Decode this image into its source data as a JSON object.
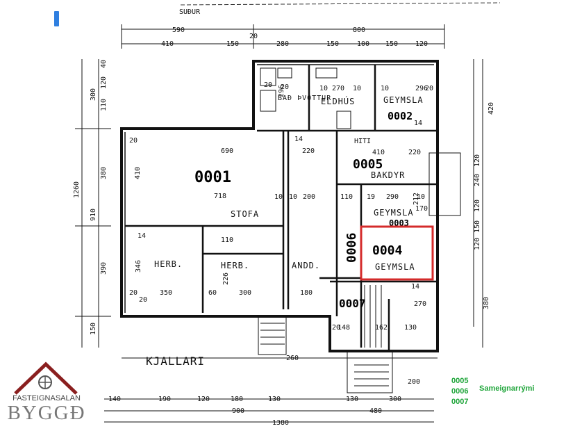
{
  "plan": {
    "compass": "SUĐUR",
    "floor_name": "KJALLARI",
    "top_dims_row1": [
      "590",
      "20",
      "800"
    ],
    "top_dims_row2": [
      "410",
      "150",
      "280",
      "150",
      "100",
      "150",
      "120"
    ],
    "bottom_dims_row1": [
      "140",
      "190",
      "120",
      "180",
      "130",
      "130",
      "300"
    ],
    "bottom_dims_row2": [
      "900",
      "480"
    ],
    "bottom_total": "1380",
    "left_dims": [
      "300",
      "110",
      "120",
      "40",
      "1260",
      "380",
      "910",
      "390",
      "150"
    ],
    "right_dims": [
      "420",
      "240",
      "120",
      "120",
      "150",
      "120",
      "380"
    ],
    "rooms": [
      {
        "label": "BAÐ ÞVOTTUR"
      },
      {
        "label": "ELDHÚS"
      },
      {
        "label": "GEYMSLA"
      },
      {
        "label": "STOFA"
      },
      {
        "label": "HERB."
      },
      {
        "label": "HERB."
      },
      {
        "label": "ANDD."
      },
      {
        "label": "BAKDYR"
      },
      {
        "label": "GEYMSLA"
      },
      {
        "label": "GEYMSLA"
      }
    ],
    "unit_numbers": [
      "0001",
      "0002",
      "0004",
      "0005",
      "0006",
      "0007",
      "0003"
    ],
    "highlight_color": "#d42b2b"
  },
  "legend": {
    "codes": [
      "0005",
      "0006",
      "0007"
    ],
    "label": "Sameignarrými",
    "color": "#1fa53a"
  },
  "brand": {
    "top": "FASTEIGNASALAN",
    "bottom": "BYGGÐ",
    "roof_color": "#8a1f1f"
  }
}
